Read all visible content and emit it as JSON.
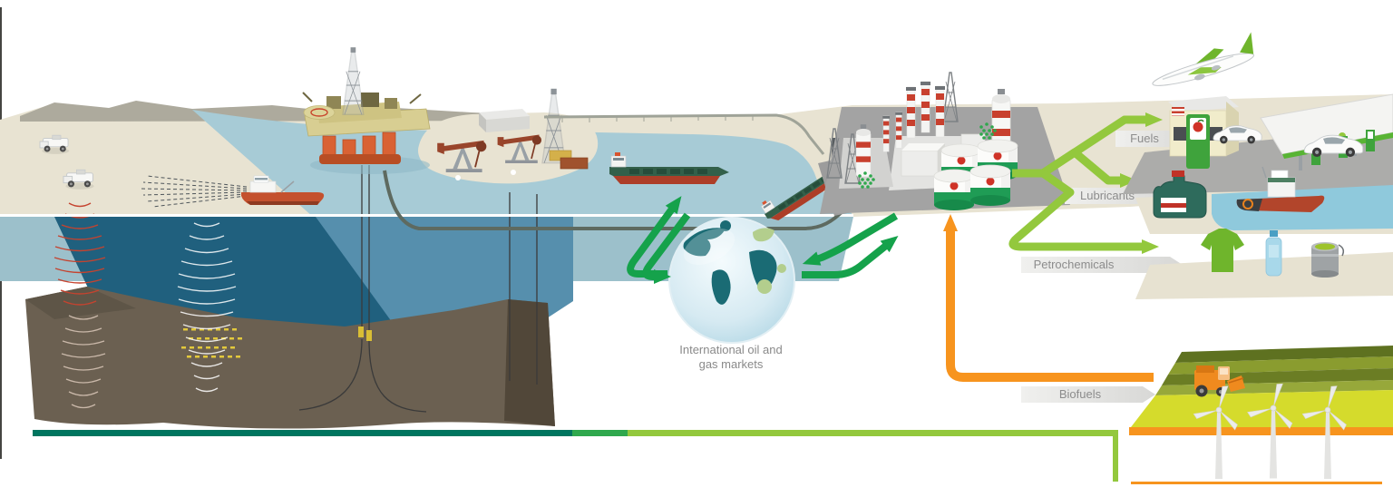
{
  "diagram": {
    "type": "oil-and-gas-value-chain-infographic",
    "labels": {
      "fuels": "Fuels",
      "lubricants": "Lubricants",
      "petrochemicals": "Petrochemicals",
      "biofuels": "Biofuels",
      "markets_line1": "International oil and",
      "markets_line2": "gas markets"
    },
    "colors": {
      "trade_arrow_green": "#15A24B",
      "product_arrow_green": "#93C83D",
      "biofuel_arrow_orange": "#F7941E",
      "bar_teal": "#00755F",
      "bar_mid_green": "#2FA84D",
      "bar_light_green": "#93C83D",
      "sea_surface": "#A7CBD6",
      "sea_deep": "#20607E",
      "rock_brown": "#6B6051",
      "land_beige": "#E8E3D2",
      "label_gray": "#8C8C8C",
      "refinery_red": "#C8402E",
      "tank_green": "#1F9C55",
      "field_chartreuse": "#D5DB2C"
    },
    "flows": [
      {
        "from": "oil-tankers",
        "to": "international-markets",
        "color": "#15A24B"
      },
      {
        "from": "international-markets",
        "to": "oil-tankers",
        "color": "#15A24B"
      },
      {
        "from": "refinery",
        "to": "international-markets",
        "color": "#15A24B"
      },
      {
        "from": "international-markets",
        "to": "refinery",
        "color": "#15A24B"
      },
      {
        "from": "storage-tanks",
        "to": "fuels",
        "color": "#93C83D"
      },
      {
        "from": "storage-tanks",
        "to": "lubricants",
        "color": "#93C83D"
      },
      {
        "from": "storage-tanks",
        "to": "petrochemicals",
        "color": "#93C83D"
      },
      {
        "from": "biofuel-crop-field",
        "to": "storage-tanks",
        "color": "#F7941E"
      }
    ],
    "scene_elements": [
      "seismic-survey-trucks",
      "seismic-waves",
      "seismic-survey-vessel",
      "offshore-drilling-platform",
      "subsea-oil-reservoir",
      "onshore-oil-field",
      "pumpjacks",
      "drilling-derrick",
      "pipeline",
      "oil-tanker-ships",
      "port-jetty",
      "world-globe",
      "refinery",
      "storage-tanks",
      "fuel-dispenser",
      "gas-station",
      "airplane",
      "cars",
      "lubricant-oil-can",
      "marine-vessel",
      "t-shirt",
      "plastic-bottle",
      "paint-can",
      "biofuel-crop-field",
      "combine-harvester",
      "wind-turbines",
      "timeline-bar"
    ]
  }
}
